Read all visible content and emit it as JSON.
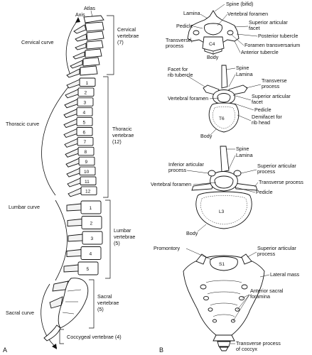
{
  "panel_labels": {
    "left": "A",
    "right": "B"
  },
  "spine": {
    "curves": {
      "cervical": "Cervical curve",
      "thoracic": "Thoracic curve",
      "lumbar": "Lumbar curve",
      "sacral": "Sacral curve"
    },
    "top_labels": {
      "atlas": "Atlas",
      "axis": "Axis"
    },
    "regions": {
      "cervical": {
        "name": "Cervical",
        "line2": "vertebrae",
        "count": "(7)"
      },
      "thoracic": {
        "name": "Thoracic",
        "line2": "vertebrae",
        "count": "(12)"
      },
      "lumbar": {
        "name": "Lumbar",
        "line2": "vertebrae",
        "count": "(5)"
      },
      "sacral": {
        "name": "Sacral",
        "line2": "vertebrae",
        "count": "(5)"
      },
      "coccygeal": {
        "name": "Coccygeal vertebrae (4)"
      }
    },
    "thoracic_numbers": [
      "1",
      "2",
      "3",
      "4",
      "5",
      "6",
      "7",
      "8",
      "9",
      "10",
      "11",
      "12"
    ],
    "lumbar_numbers": [
      "1",
      "2",
      "3",
      "4",
      "5"
    ]
  },
  "c4": {
    "body_text": "C4",
    "labels": {
      "spine": "Spine (bifid)",
      "lamina": "Lamina",
      "vertebral_foramen": "Vertebral foramen",
      "pedicle": "Pedicle",
      "superior_articular_facet_1": "Superior articular",
      "superior_articular_facet_2": "facet",
      "transverse_process_1": "Transverse",
      "transverse_process_2": "process",
      "posterior_tubercle": "Posterior tubercle",
      "foramen_transversarium": "Foramen transversarium",
      "anterior_tubercle": "Anterior tubercle",
      "body": "Body"
    }
  },
  "t6": {
    "body_text": "T6",
    "labels": {
      "facet_rib_1": "Facet for",
      "facet_rib_2": "rib tubercle",
      "spine": "Spine",
      "lamina": "Lamina",
      "transverse_1": "Transverse",
      "transverse_2": "process",
      "vertebral_foramen": "Vertebral foramen",
      "superior_articular_1": "Superior articular",
      "superior_articular_2": "facet",
      "pedicle": "Pedicle",
      "demifacet_1": "Demifacet for",
      "demifacet_2": "rib head",
      "body": "Body"
    }
  },
  "l3": {
    "body_text": "L3",
    "labels": {
      "spine": "Spine",
      "lamina": "Lamina",
      "inferior_articular_1": "Inferior articular",
      "inferior_articular_2": "process",
      "superior_articular_1": "Superior articular",
      "superior_articular_2": "process",
      "transverse": "Transverse process",
      "vertebral_foramen": "Vertebral foramen",
      "pedicle": "Pedicle",
      "body": "Body"
    }
  },
  "sacrum": {
    "body_text": "S1",
    "labels": {
      "promontory": "Promontory",
      "superior_articular_1": "Superior articular",
      "superior_articular_2": "process",
      "lateral_mass": "Lateral mass",
      "anterior_sacral_1": "Anterior sacral",
      "anterior_sacral_2": "foramina",
      "coccyx_1": "Transverse process",
      "coccyx_2": "of coccyx"
    }
  }
}
